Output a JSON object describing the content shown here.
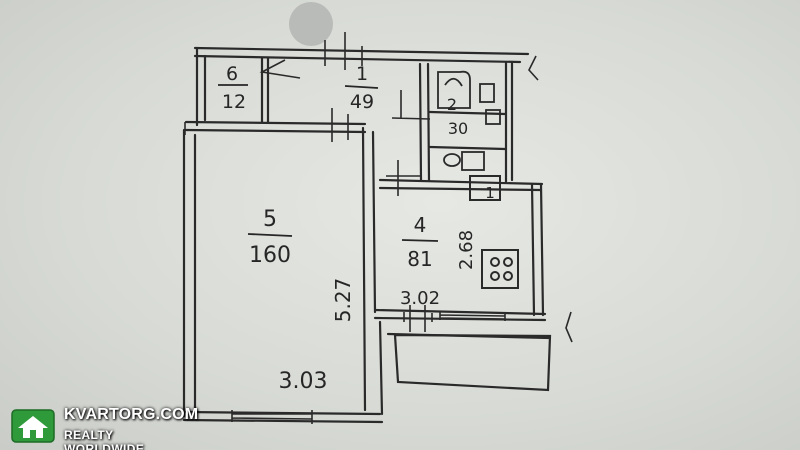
{
  "rooms": [
    {
      "id": "storage",
      "number": "6",
      "area": "12"
    },
    {
      "id": "hall",
      "number": "1",
      "area": "49"
    },
    {
      "id": "bathroom",
      "number": "2",
      "area": "30"
    },
    {
      "id": "living",
      "number": "5",
      "area": "160"
    },
    {
      "id": "kitchen",
      "number": "4",
      "area": "81"
    }
  ],
  "dimensions": {
    "living_length": "5.27",
    "living_width": "3.03",
    "kitchen_length": "2.68",
    "kitchen_width": "3.02"
  },
  "fixtures": {
    "boiler_label": "1"
  },
  "watermark": {
    "brand": "KVARTORG.COM",
    "tagline": "REALTY WORLDWIDE"
  },
  "colors": {
    "paper": "#dfe1dd",
    "ink": "#262626",
    "logo_green": "#2f9a3a"
  }
}
